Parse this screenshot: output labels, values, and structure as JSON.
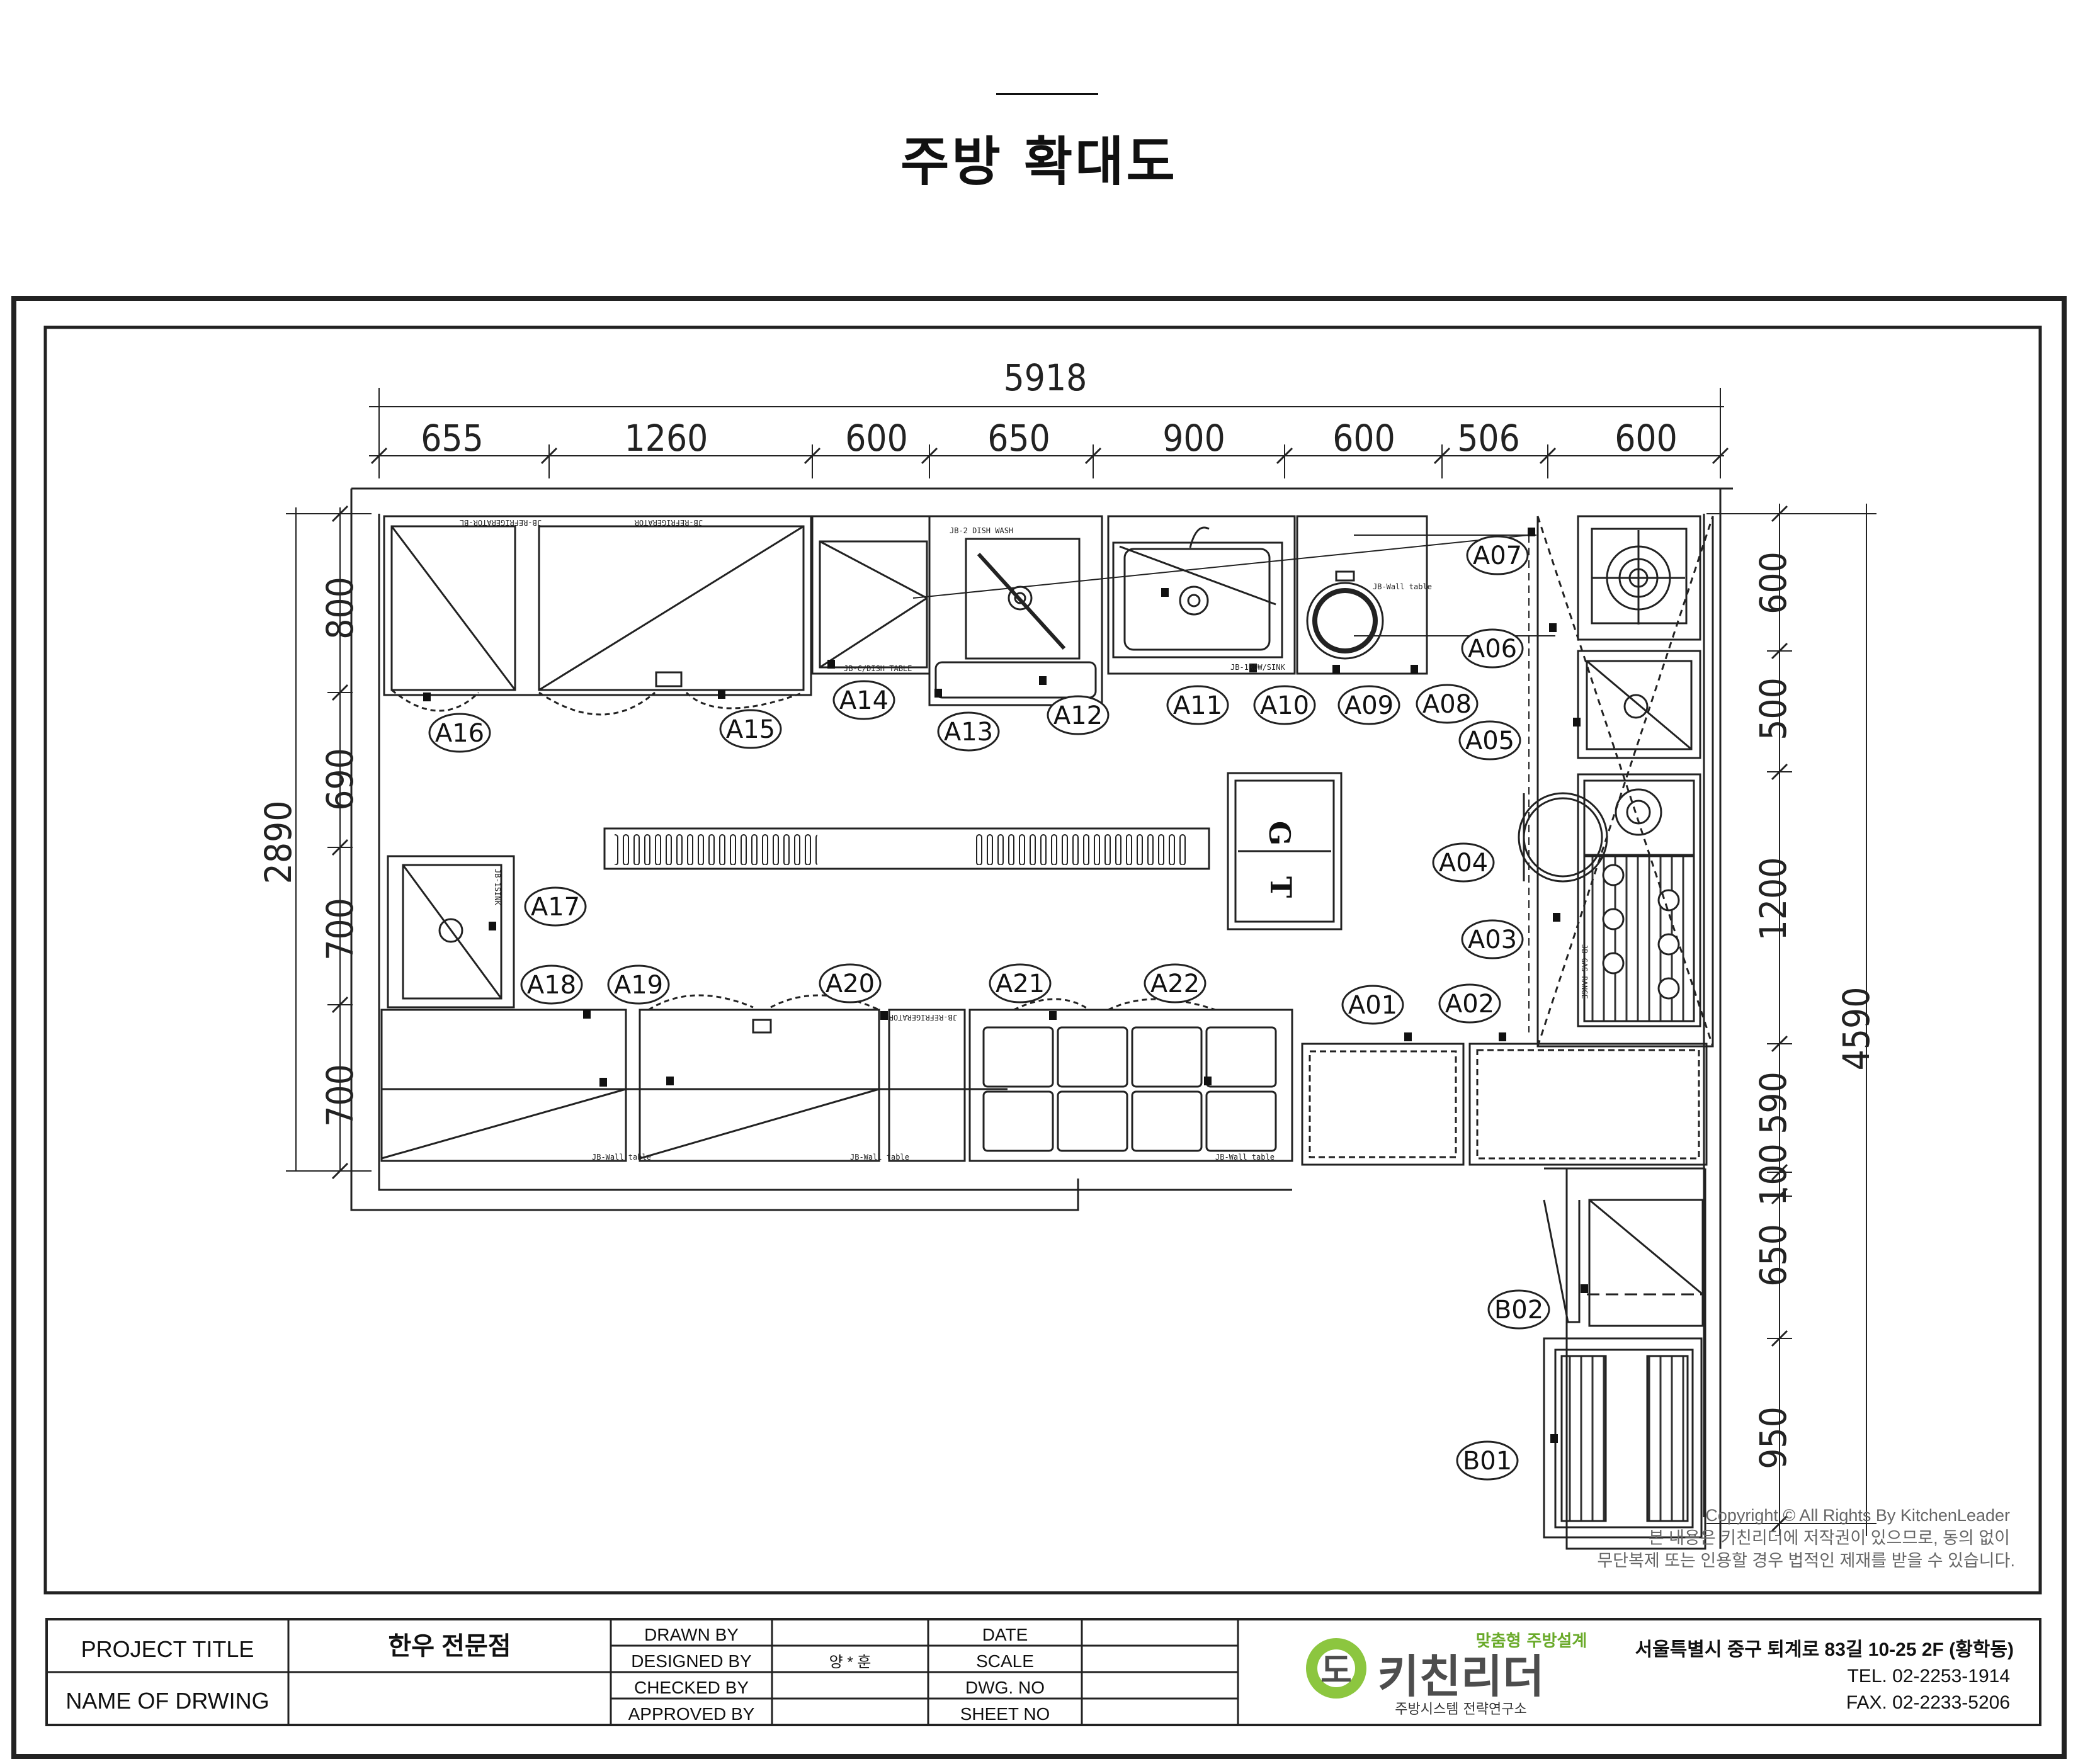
{
  "title": "주방 확대도",
  "dimensions": {
    "top_overall": "5918",
    "top": [
      "655",
      "1260",
      "600",
      "650",
      "900",
      "600",
      "506",
      "600"
    ],
    "left_overall": "2890",
    "left": [
      "800",
      "690",
      "700",
      "700"
    ],
    "right": [
      "600",
      "500",
      "1200",
      "590",
      "100",
      "650",
      "950"
    ],
    "right_overall": "4590"
  },
  "tags": [
    "A01",
    "A02",
    "A03",
    "A04",
    "A05",
    "A06",
    "A07",
    "A08",
    "A09",
    "A10",
    "A11",
    "A12",
    "A13",
    "A14",
    "A15",
    "A16",
    "A17",
    "A18",
    "A19",
    "A20",
    "A21",
    "A22",
    "B01",
    "B02"
  ],
  "island_letters": [
    "G",
    "T"
  ],
  "equipment_labels": {
    "refrigerator_bl": "JB-REFRIGERATOR-BL",
    "refrigerator": "JB-REFRIGERATOR",
    "dish_wash": "JB-2 DISH WASH",
    "dish_table": "JB-C/DISH TABLE",
    "sink": "JB-1ROW/SINK",
    "wall_table": "JB-Wall table",
    "one_sink": "JB-1SINK",
    "refrigerator_2": "JB-REFRIGERATOR",
    "gas_range": "JB-GAS RANGE"
  },
  "copyright": {
    "line1": "Copyright © All Rights By KitchenLeader",
    "line2": "본 내용은 키친리더에 저작권이 있으므로, 동의 없이",
    "line3": "무단복제 또는 인용할 경우 법적인 제재를 받을 수 있습니다."
  },
  "title_block": {
    "project_title_label": "PROJECT TITLE",
    "project_title_value": "한우 전문점",
    "drawing_name_label": "NAME OF DRWING",
    "drawn_by": "DRAWN BY",
    "designed_by": "DESIGNED BY",
    "designed_by_value": "양 * 훈",
    "checked_by": "CHECKED BY",
    "approved_by": "APPROVED BY",
    "date": "DATE",
    "scale": "SCALE",
    "dwg_no": "DWG. NO",
    "sheet_no": "SHEET NO"
  },
  "logo": {
    "tagline": "맞춤형 주방설계",
    "brand": "키친리더",
    "subtitle": "주방시스템 전략연구소",
    "mark": "도"
  },
  "address": {
    "line": "서울특별시 중구 퇴계로 83길 10-25 2F (황학동)",
    "tel": "TEL. 02-2253-1914",
    "fax": "FAX. 02-2233-5206"
  },
  "colors": {
    "logo_green": "#8cc63f",
    "logo_dark": "#4d4d4d",
    "tagline_green": "#6aaa2a"
  }
}
